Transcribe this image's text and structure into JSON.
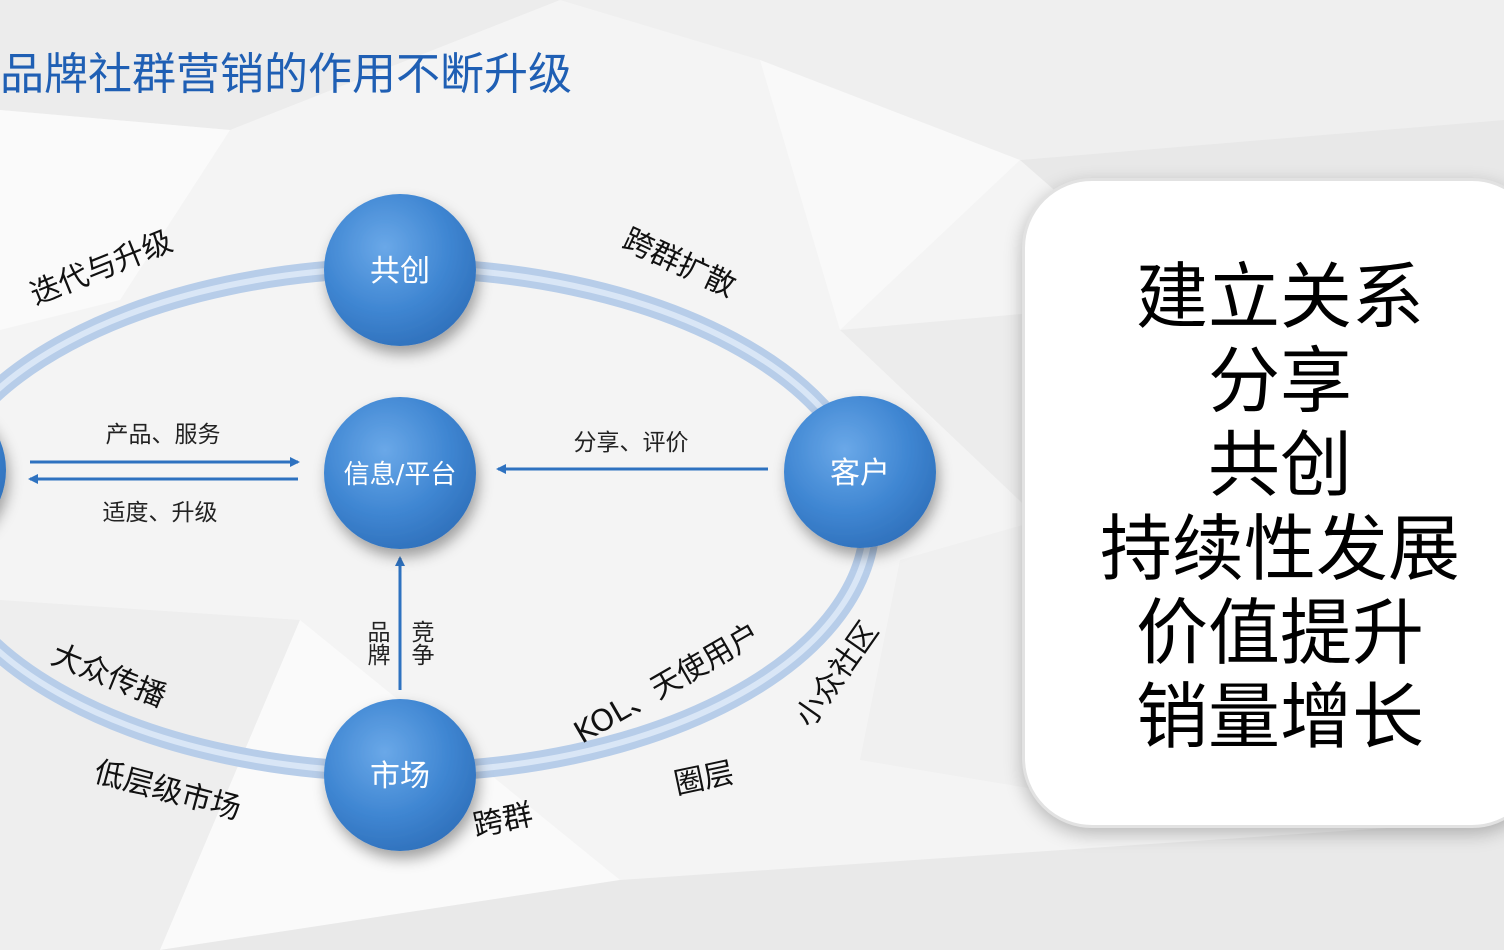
{
  "title": "品牌社群营销的作用不断升级",
  "nodes": {
    "co_create": "共创",
    "platform": "信息/平台",
    "customer": "客户",
    "market": "市场"
  },
  "ring_labels": {
    "iterate": "迭代与升级",
    "spread": "跨群扩散",
    "mass": "大众传播",
    "low_market": "低层级市场",
    "kol": "KOL、天使用户",
    "niche": "小众社区",
    "circle": "圈层",
    "cross_group": "跨群"
  },
  "arrow_labels": {
    "product_service": "产品、服务",
    "adapt_upgrade": "适度、升级",
    "share_review": "分享、评价",
    "brand": "品牌",
    "compete": "竞争"
  },
  "side_panel": [
    "建立关系",
    "分享",
    "共创",
    "持续性发展",
    "价值提升",
    "销量增长"
  ],
  "colors": {
    "title": "#1f5fb4",
    "node_fill": "#4a8fd6",
    "ring": "#b5cbe8",
    "arrow": "#2e72c0"
  }
}
